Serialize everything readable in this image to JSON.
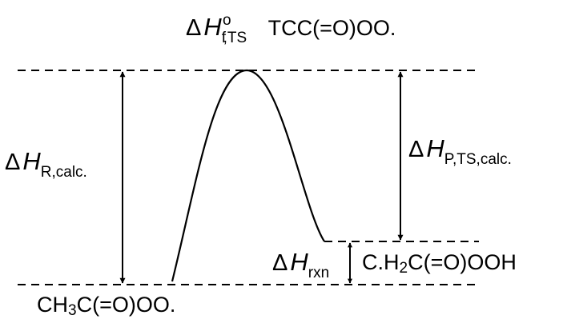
{
  "title": {
    "delta": "Δ",
    "H": "H",
    "sub": "f",
    "sup": "o",
    "sub2": ",TS",
    "species": "TCC(=O)OO."
  },
  "labels": {
    "dH_R": {
      "delta": "Δ",
      "H": "H",
      "sub": "R,calc."
    },
    "dH_P": {
      "delta": "Δ",
      "H": "H",
      "sub": "P,TS,calc."
    },
    "dH_rxn": {
      "delta": "Δ",
      "H": "H",
      "sub": "rxn"
    }
  },
  "reactant": {
    "pre": "CH",
    "num": "3",
    "post": "C(=O)OO."
  },
  "product": {
    "pre": "C.H",
    "num": "2",
    "post": "C(=O)OOH"
  },
  "colors": {
    "line": "#000000",
    "background": "#ffffff"
  }
}
